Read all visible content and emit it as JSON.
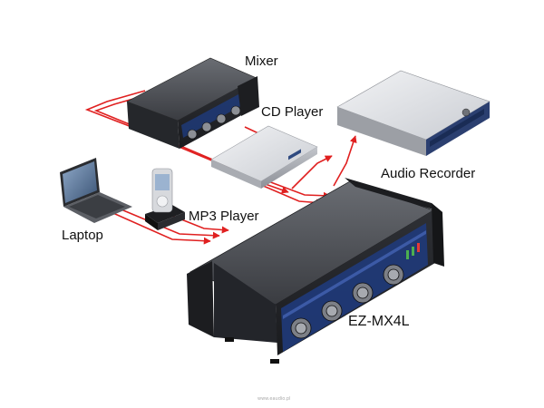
{
  "labels": {
    "mixer": "Mixer",
    "cd_player": "CD Player",
    "audio_recorder": "Audio Recorder",
    "laptop": "Laptop",
    "mp3_player": "MP3 Player",
    "main_device": "EZ-MX4L"
  },
  "footer": "www.eaudio.pl",
  "colors": {
    "cable": "#e02020",
    "device_dark": "#2b2d31",
    "panel_blue": "#1f3a78",
    "device_silver": "#d8dbe0"
  }
}
